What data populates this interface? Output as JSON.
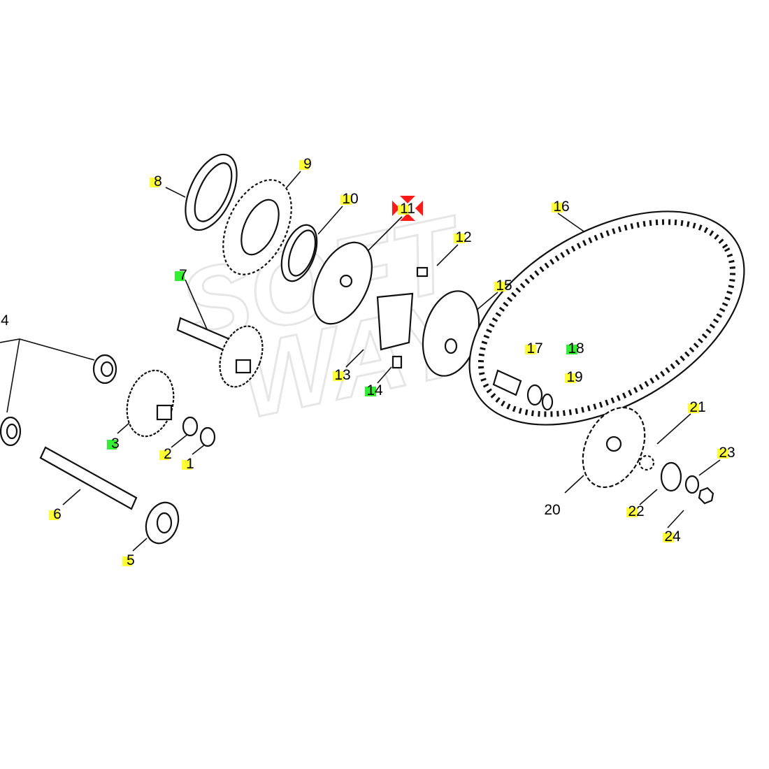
{
  "diagram": {
    "watermark": "SOFT WAY",
    "colors": {
      "yellow": "#ffff33",
      "green": "#33ee33",
      "red": "#ff1a1a"
    },
    "callouts": [
      {
        "number": "1",
        "highlight": "yellow"
      },
      {
        "number": "2",
        "highlight": "yellow"
      },
      {
        "number": "3",
        "highlight": "green"
      },
      {
        "number": "4",
        "highlight": "none"
      },
      {
        "number": "5",
        "highlight": "yellow"
      },
      {
        "number": "6",
        "highlight": "yellow"
      },
      {
        "number": "7",
        "highlight": "green"
      },
      {
        "number": "8",
        "highlight": "yellow"
      },
      {
        "number": "9",
        "highlight": "yellow"
      },
      {
        "number": "10",
        "highlight": "yellow"
      },
      {
        "number": "11",
        "highlight": "yellow",
        "marker": "red"
      },
      {
        "number": "12",
        "highlight": "yellow"
      },
      {
        "number": "13",
        "highlight": "yellow"
      },
      {
        "number": "14",
        "highlight": "green"
      },
      {
        "number": "15",
        "highlight": "yellow"
      },
      {
        "number": "16",
        "highlight": "yellow"
      },
      {
        "number": "17",
        "highlight": "yellow"
      },
      {
        "number": "18",
        "highlight": "green"
      },
      {
        "number": "19",
        "highlight": "yellow"
      },
      {
        "number": "20",
        "highlight": "none"
      },
      {
        "number": "21",
        "highlight": "yellow"
      },
      {
        "number": "22",
        "highlight": "yellow"
      },
      {
        "number": "23",
        "highlight": "yellow"
      },
      {
        "number": "24",
        "highlight": "yellow"
      }
    ]
  }
}
